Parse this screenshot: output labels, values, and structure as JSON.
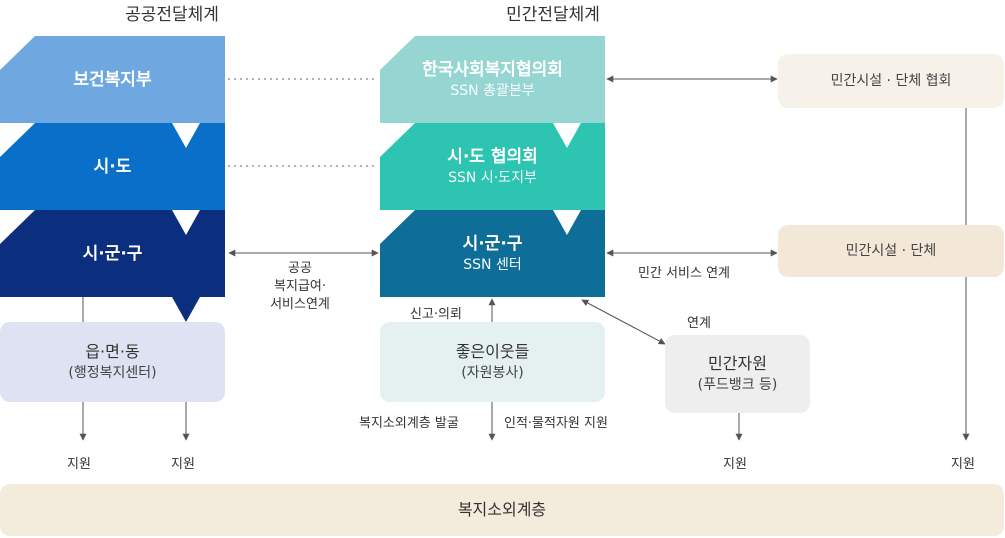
{
  "columns": {
    "public_title": "공공전달체계",
    "private_title": "민간전달체계"
  },
  "public": {
    "ministry": "보건복지부",
    "province": "시·도",
    "city": "시·군·구",
    "town_line1": "읍·면·동",
    "town_line2": "(행정복지센터)"
  },
  "private": {
    "council_line1": "한국사회복지협의회",
    "council_line2": "SSN 총괄본부",
    "province_line1": "시·도 협의회",
    "province_line2": "SSN 시·도지부",
    "city_line1": "시·군·구",
    "city_line2": "SSN 센터",
    "neighbors_line1": "좋은이웃들",
    "neighbors_line2": "(자원봉사)",
    "resources_line1": "민간자원",
    "resources_line2": "(푸드뱅크 등)"
  },
  "right": {
    "association": "민간시설 · 단체 협회",
    "facility": "민간시설 · 단체"
  },
  "labels": {
    "public_link_1": "공공",
    "public_link_2": "복지급여·",
    "public_link_3": "서비스연계",
    "private_service": "민간 서비스 연계",
    "report": "신고·의뢰",
    "link": "연계",
    "discover": "복지소외계층 발굴",
    "support_res": "인적·물적자원 지원",
    "support_1": "지원",
    "support_2": "지원",
    "support_3": "지원",
    "support_4": "지원"
  },
  "footer": "복지소외계층",
  "colors": {
    "pub1": "#6fa8e0",
    "pub2": "#0a6fc9",
    "pub3": "#0b2f7e",
    "priv1": "#96d6d2",
    "priv2": "#2ec4b2",
    "priv3": "#0f6e97",
    "town": "#dfe2f2",
    "neighbors": "#e4f1f0",
    "resources": "#eeeeee",
    "assoc": "#f6f2ea",
    "facility": "#f3e8d8",
    "footer": "#f3ecdd"
  }
}
